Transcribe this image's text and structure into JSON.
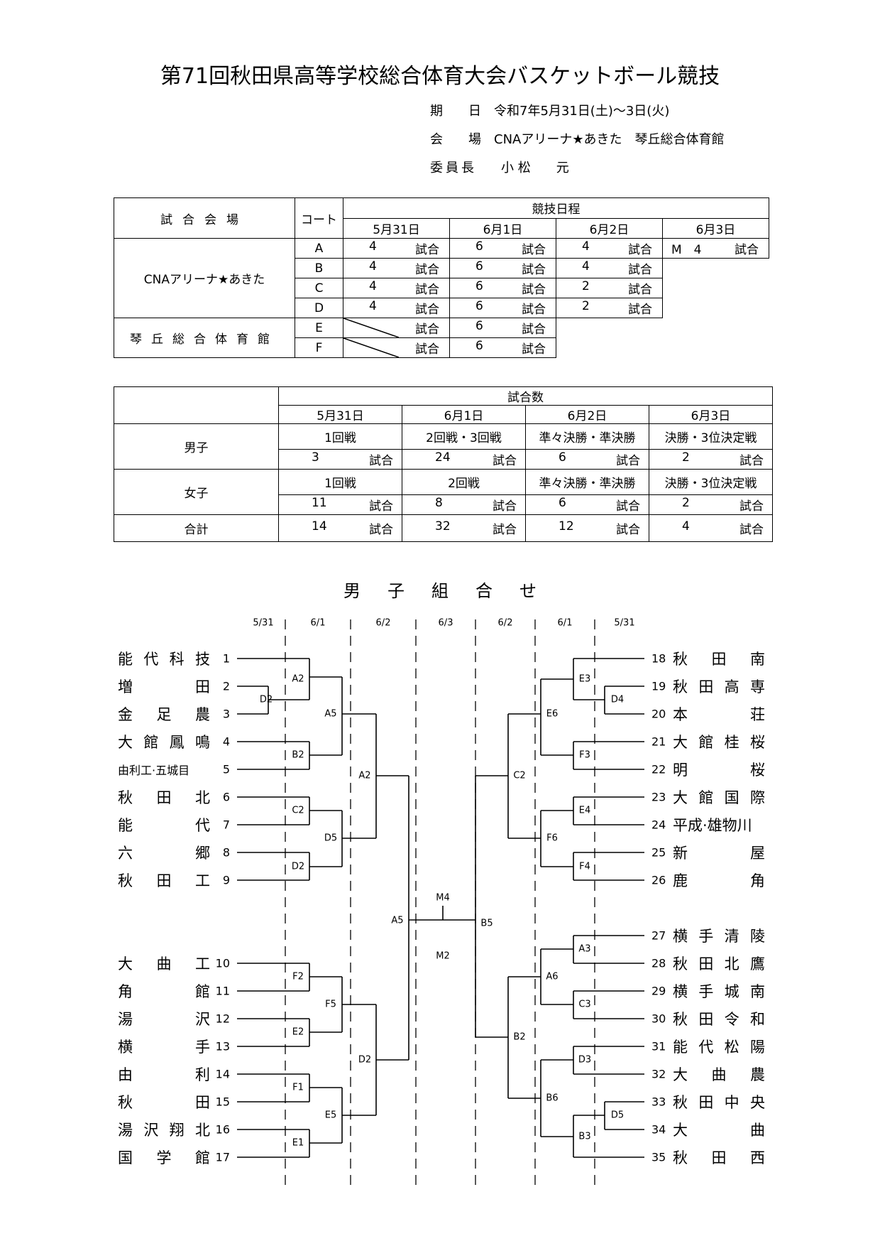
{
  "title": "第71回秋田県高等学校総合体育大会バスケットボール競技",
  "info": {
    "date_label": "期　　日",
    "date_value": "令和7年5月31日(土)～3日(火)",
    "venue_label": "会　　場",
    "venue_value": "CNAアリーナ★あきた　琴丘総合体育館",
    "chair_label": "委員長",
    "chair_value": "小 松　　元"
  },
  "schedule": {
    "h_venue": "試合会場",
    "h_court": "コート",
    "h_days": "競技日程",
    "dates": [
      "5月31日",
      "6月1日",
      "6月2日",
      "6月3日"
    ],
    "venue1": "CNAアリーナ★あきた",
    "venue2": "琴丘総合体育館",
    "unit": "試合",
    "rows": [
      {
        "court": "A",
        "d1": "4",
        "d2": "6",
        "d3": "4",
        "d4": "M　4"
      },
      {
        "court": "B",
        "d1": "4",
        "d2": "6",
        "d3": "4"
      },
      {
        "court": "C",
        "d1": "4",
        "d2": "6",
        "d3": "2"
      },
      {
        "court": "D",
        "d1": "4",
        "d2": "6",
        "d3": "2"
      },
      {
        "court": "E",
        "d2": "6"
      },
      {
        "court": "F",
        "d2": "6"
      }
    ]
  },
  "games": {
    "header": "試合数",
    "dates": [
      "5月31日",
      "6月1日",
      "6月2日",
      "6月3日"
    ],
    "unit": "試合",
    "boys": {
      "label": "男子",
      "rounds": [
        "1回戦",
        "2回戦・3回戦",
        "準々決勝・準決勝",
        "決勝・3位決定戦"
      ],
      "counts": [
        "3",
        "24",
        "6",
        "2"
      ]
    },
    "girls": {
      "label": "女子",
      "rounds": [
        "1回戦",
        "2回戦",
        "準々決勝・準決勝",
        "決勝・3位決定戦"
      ],
      "counts": [
        "11",
        "8",
        "6",
        "2"
      ]
    },
    "total": {
      "label": "合計",
      "counts": [
        "14",
        "32",
        "12",
        "4"
      ]
    }
  },
  "bracket": {
    "title": "男子組合せ",
    "day_labels": [
      "5/31",
      "6/1",
      "6/2",
      "6/3",
      "6/2",
      "6/1",
      "5/31"
    ],
    "left_teams": [
      {
        "name": "能代科技",
        "num": "1"
      },
      {
        "name": "増田",
        "num": "2"
      },
      {
        "name": "金足農",
        "num": "3"
      },
      {
        "name": "大館鳳鳴",
        "num": "4"
      },
      {
        "name": "由利工·五城目",
        "num": "5"
      },
      {
        "name": "秋田北",
        "num": "6"
      },
      {
        "name": "能代",
        "num": "7"
      },
      {
        "name": "六郷",
        "num": "8"
      },
      {
        "name": "秋田工",
        "num": "9"
      },
      {
        "name": "大曲工",
        "num": "10"
      },
      {
        "name": "角館",
        "num": "11"
      },
      {
        "name": "湯沢",
        "num": "12"
      },
      {
        "name": "横手",
        "num": "13"
      },
      {
        "name": "由利",
        "num": "14"
      },
      {
        "name": "秋田",
        "num": "15"
      },
      {
        "name": "湯沢翔北",
        "num": "16"
      },
      {
        "name": "国学館",
        "num": "17"
      }
    ],
    "right_teams": [
      {
        "name": "秋田南",
        "num": "18"
      },
      {
        "name": "秋田高専",
        "num": "19"
      },
      {
        "name": "本荘",
        "num": "20"
      },
      {
        "name": "大館桂桜",
        "num": "21"
      },
      {
        "name": "明桜",
        "num": "22"
      },
      {
        "name": "大館国際",
        "num": "23"
      },
      {
        "name": "平成·雄物川",
        "num": "24"
      },
      {
        "name": "新屋",
        "num": "25"
      },
      {
        "name": "鹿角",
        "num": "26"
      },
      {
        "name": "横手清陵",
        "num": "27"
      },
      {
        "name": "秋田北鷹",
        "num": "28"
      },
      {
        "name": "横手城南",
        "num": "29"
      },
      {
        "name": "秋田令和",
        "num": "30"
      },
      {
        "name": "能代松陽",
        "num": "31"
      },
      {
        "name": "大曲農",
        "num": "32"
      },
      {
        "name": "秋田中央",
        "num": "33"
      },
      {
        "name": "大曲",
        "num": "34"
      },
      {
        "name": "秋田西",
        "num": "35"
      }
    ],
    "game_labels": [
      "D2",
      "A2",
      "B2",
      "A5",
      "C2",
      "D2",
      "D5",
      "A2",
      "F2",
      "E2",
      "F5",
      "F1",
      "E1",
      "E5",
      "D2",
      "A5",
      "M4",
      "M2",
      "B5",
      "E3",
      "D4",
      "E6",
      "F3",
      "E4",
      "F4",
      "F6",
      "C2",
      "A3",
      "C3",
      "A6",
      "D3",
      "D5",
      "B3",
      "B6",
      "B2"
    ]
  }
}
